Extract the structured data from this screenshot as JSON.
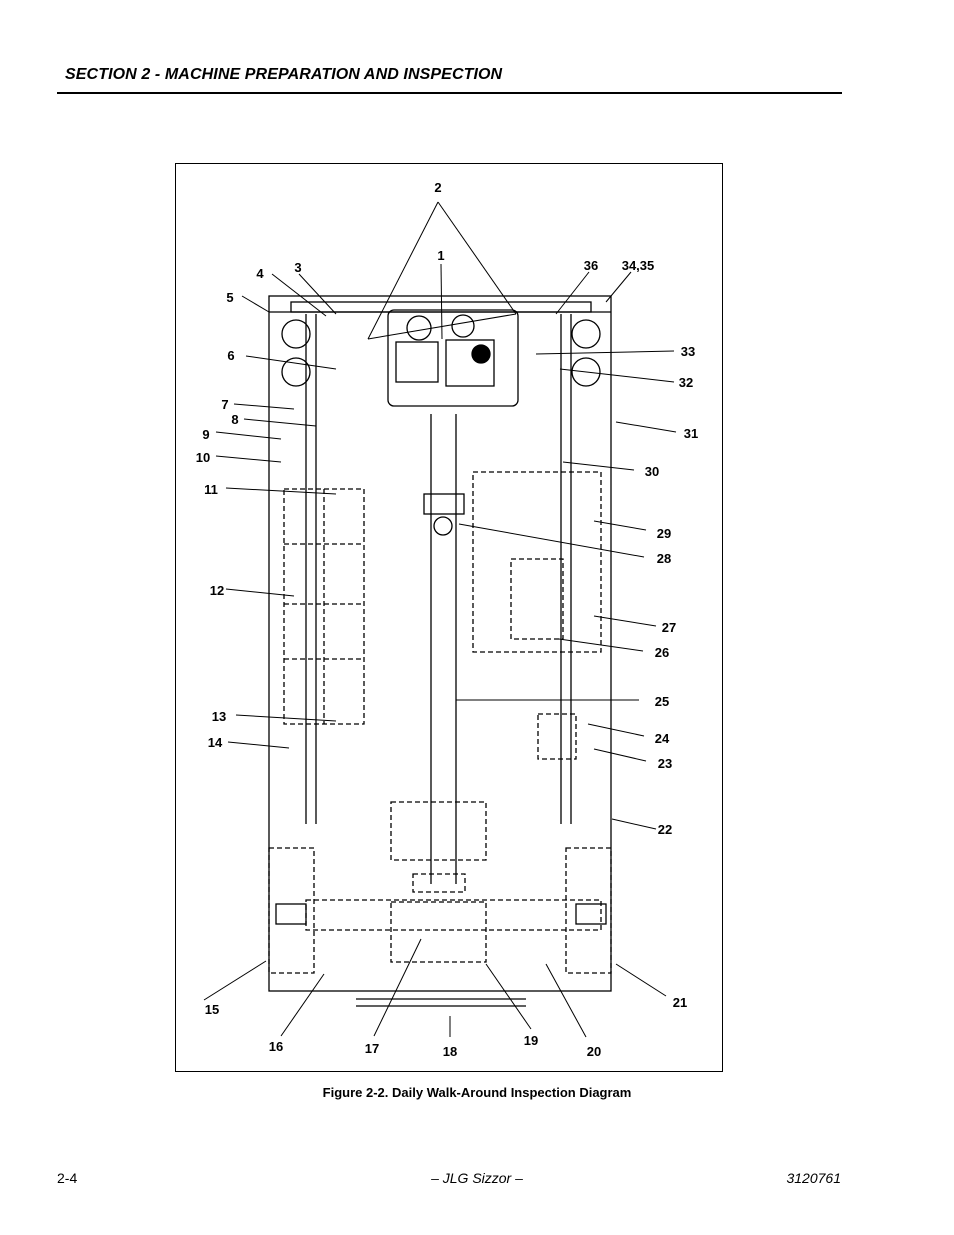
{
  "header": {
    "section_title": "SECTION 2 - MACHINE PREPARATION AND INSPECTION"
  },
  "figure": {
    "caption": "Figure 2-2.  Daily Walk-Around Inspection Diagram",
    "callouts": [
      "1",
      "2",
      "3",
      "4",
      "5",
      "6",
      "7",
      "8",
      "9",
      "10",
      "11",
      "12",
      "13",
      "14",
      "15",
      "16",
      "17",
      "18",
      "19",
      "20",
      "21",
      "22",
      "23",
      "24",
      "25",
      "26",
      "27",
      "28",
      "29",
      "30",
      "31",
      "32",
      "33",
      "34,35",
      "36"
    ]
  },
  "footer": {
    "page_number": "2-4",
    "center_text": "– JLG Sizzor –",
    "doc_number": "3120761"
  }
}
